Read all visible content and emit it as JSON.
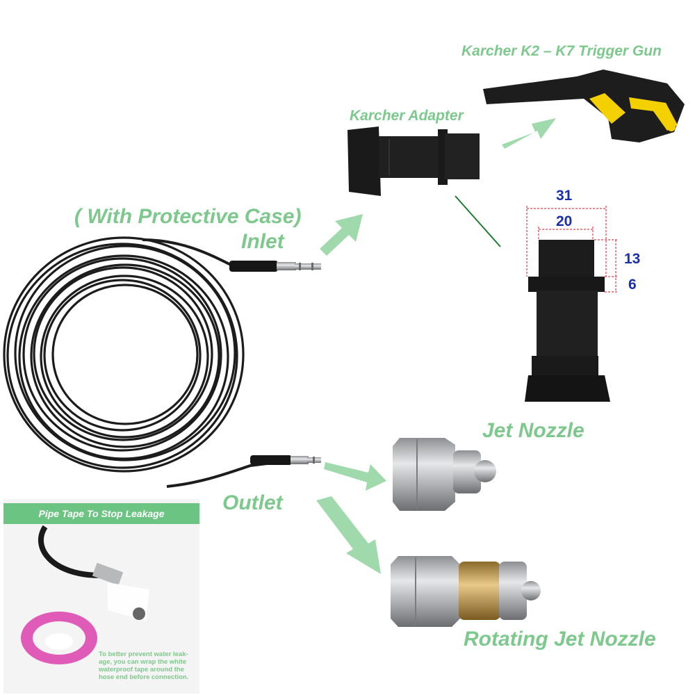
{
  "labels": {
    "trigger_gun": "Karcher K2 – K7 Trigger Gun",
    "adapter": "Karcher Adapter",
    "protective_case": "( With Protective Case)",
    "inlet": "Inlet",
    "jet_nozzle": "Jet Nozzle",
    "outlet": "Outlet",
    "rotating_nozzle": "Rotating Jet Nozzle"
  },
  "dimensions": {
    "outer_width": "31",
    "inner_width": "20",
    "upper_height": "13",
    "lower_height": "6"
  },
  "inset": {
    "title": "Pipe Tape To Stop Leakage",
    "note": "To better prevent water leak-age, you can wrap the white waterproof tape around the hose end before connection."
  },
  "colors": {
    "label_green": "#7dc88c",
    "arrow_green": "#8fd49e",
    "dimension_blue": "#1a2fa8",
    "dimension_red": "#e0404a",
    "gun_yellow": "#f5d000"
  }
}
